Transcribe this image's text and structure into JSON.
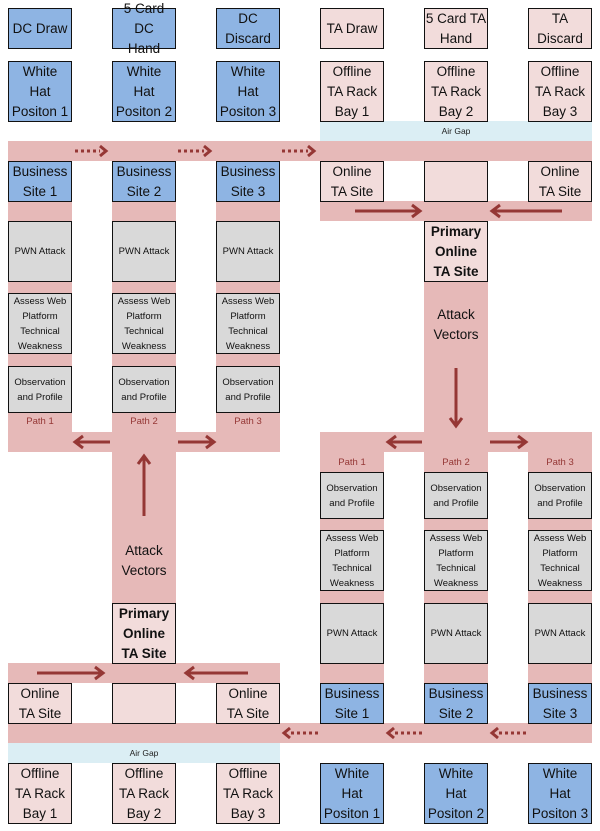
{
  "colors": {
    "blue": "#8eb4e3",
    "pink_box": "#f2dcdb",
    "band": "#e6b9b8",
    "grey": "#d9d9d9",
    "air_gap": "#dbeef4",
    "arrow": "#953735"
  },
  "top": {
    "dc_cards": [
      "DC Draw",
      "5 Card DC\nHand",
      "DC\nDiscard"
    ],
    "ta_cards": [
      "TA Draw",
      "5 Card TA\nHand",
      "TA\nDiscard"
    ],
    "white_hat": [
      "White\nHat\nPositon 1",
      "White\nHat\nPositon 2",
      "White\nHat\nPositon 3"
    ],
    "offline_racks": [
      "Offline\nTA Rack\nBay 1",
      "Offline\nTA Rack\nBay 2",
      "Offline\nTA Rack\nBay 3"
    ],
    "air_gap": "Air Gap",
    "business_sites": [
      "Business\nSite 1",
      "Business\nSite 2",
      "Business\nSite 3"
    ],
    "online_sites": [
      "Online\nTA Site",
      "",
      "Online\nTA Site"
    ],
    "primary": "Primary\nOnline\nTA Site",
    "attack_vectors": "Attack\nVectors",
    "pwn": "PWN Attack",
    "assess": "Assess Web\nPlatform\nTechnical\nWeakness",
    "observation": "Observation\nand Profile",
    "paths": [
      "Path 1",
      "Path 2",
      "Path 3"
    ]
  },
  "bottom": {
    "primary": "Primary\nOnline\nTA Site",
    "attack_vectors": "Attack\nVectors",
    "paths": [
      "Path 1",
      "Path 2",
      "Path 3"
    ],
    "observation": "Observation\nand Profile",
    "assess": "Assess Web\nPlatform\nTechnical\nWeakness",
    "pwn": "PWN Attack",
    "online_sites": [
      "Online\nTA Site",
      "",
      "Online\nTA Site"
    ],
    "business_sites": [
      "Business\nSite 1",
      "Business\nSite 2",
      "Business\nSite 3"
    ],
    "air_gap": "Air Gap",
    "offline_racks": [
      "Offline\nTA Rack\nBay 1",
      "Offline\nTA Rack\nBay  2",
      "Offline\nTA Rack\nBay 3"
    ],
    "white_hat": [
      "White\nHat\nPositon 1",
      "White\nHat\nPositon 2",
      "White\nHat\nPositon 3"
    ]
  }
}
